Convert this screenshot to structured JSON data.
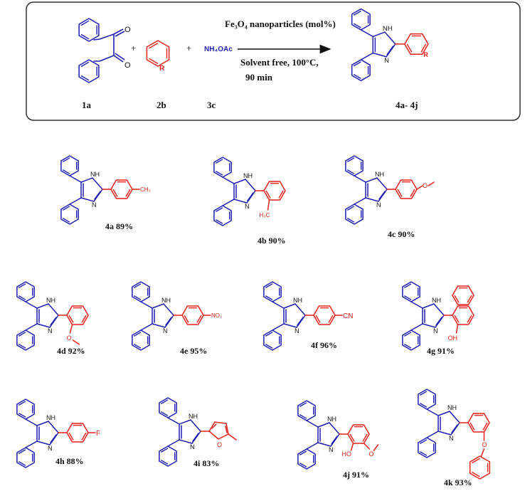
{
  "colors": {
    "core": "#1f1fb4",
    "substituent": "#e8201a",
    "text": "#111111",
    "frame": "#333333"
  },
  "scheme": {
    "reactant_1a": "1a",
    "reactant_2b": "2b",
    "reactant_3c": "3c",
    "product_range": "4a- 4j",
    "plus": "+",
    "reagent": "NH₄OAc",
    "condition_line1": "Fe₃O₄ nanoparticles (mol%)",
    "condition_line2": "Solvent free, 100°C,",
    "condition_line3": "90 min",
    "atom_O": "O",
    "atom_R": "R",
    "atom_NH": "NH",
    "atom_N": "N"
  },
  "products": [
    {
      "id": "4a",
      "yield_text": "4a 89%",
      "substituent_label": "CH₃"
    },
    {
      "id": "4b",
      "yield_text": "4b 90%",
      "substituent_label": "H₃C"
    },
    {
      "id": "4c",
      "yield_text": "4c 90%",
      "substituent_label": "O"
    },
    {
      "id": "4d",
      "yield_text": "4d 92%",
      "substituent_label": "O"
    },
    {
      "id": "4e",
      "yield_text": "4e 95%",
      "substituent_label": "NO₂"
    },
    {
      "id": "4f",
      "yield_text": "4f 96%",
      "substituent_label": "CN"
    },
    {
      "id": "4g",
      "yield_text": "4g 91%",
      "substituent_label": "OH"
    },
    {
      "id": "4h",
      "yield_text": "4h 88%",
      "substituent_label": "F"
    },
    {
      "id": "4i",
      "yield_text": "4i 83%",
      "substituent_label": "O"
    },
    {
      "id": "4j",
      "yield_text": "4j 91%",
      "substituent_label": "HO",
      "substituent_label_2": "O"
    },
    {
      "id": "4k",
      "yield_text": "4k 93%",
      "substituent_label": "O"
    }
  ]
}
